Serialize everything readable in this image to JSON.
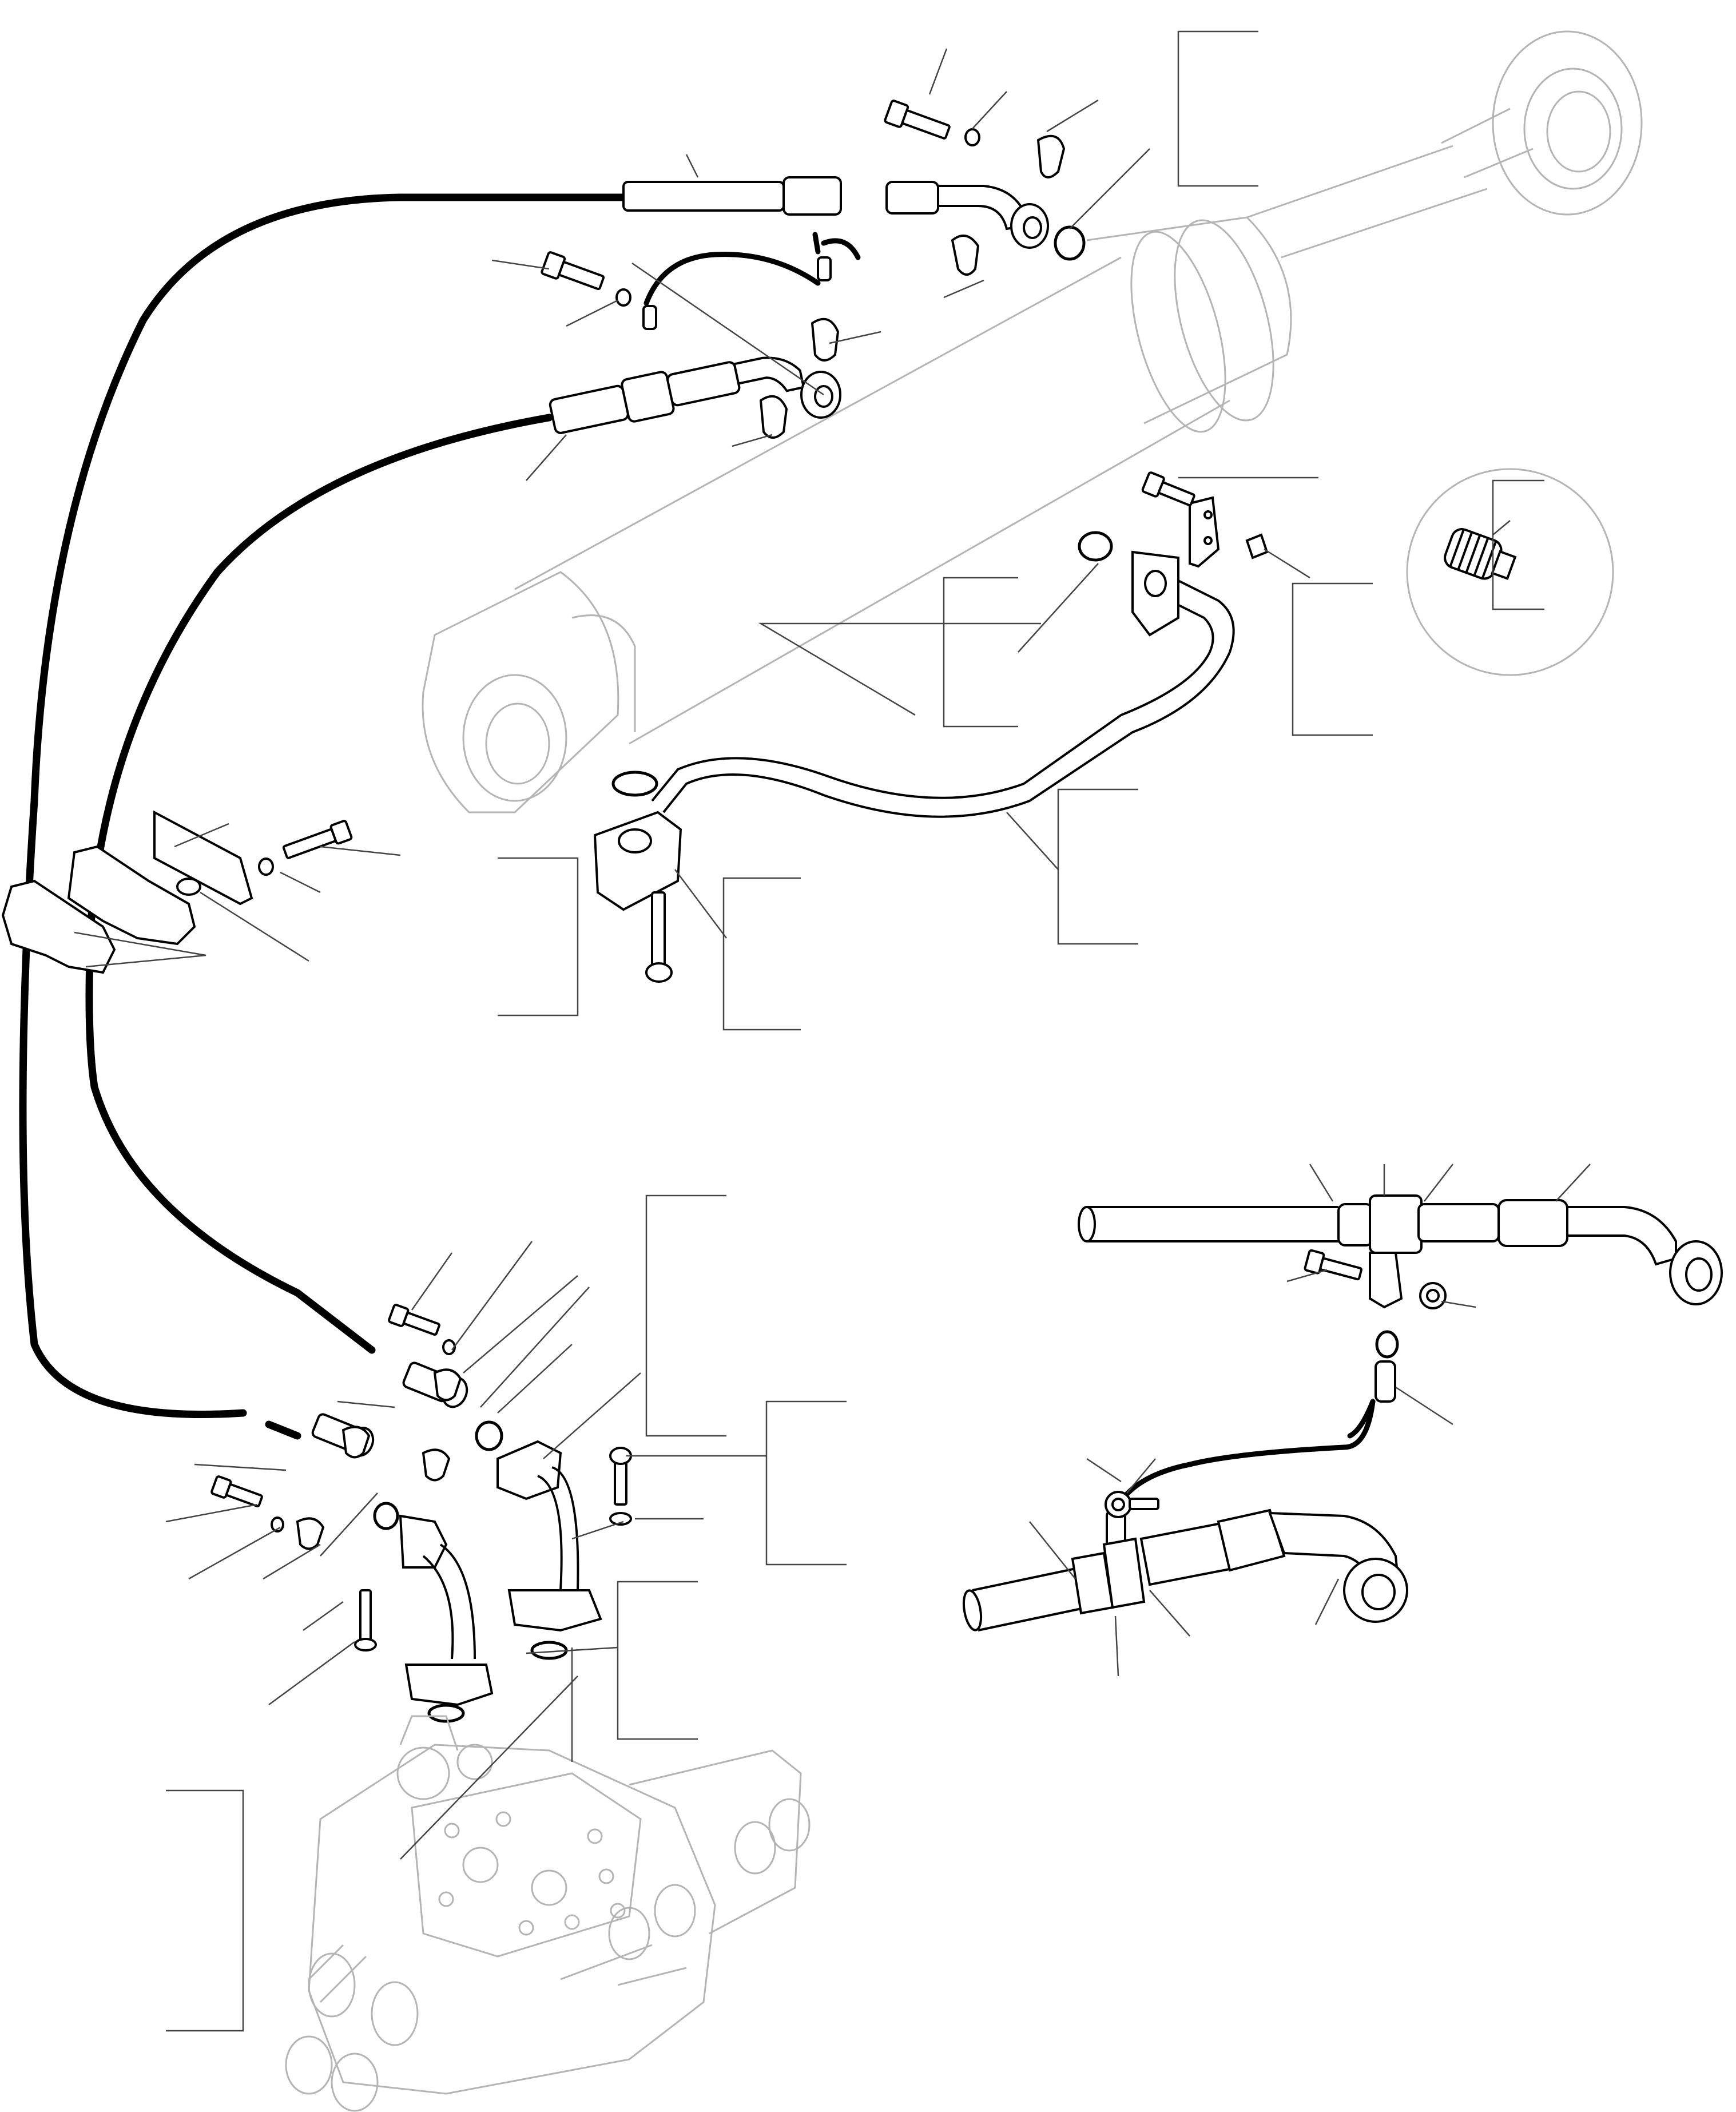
{
  "figure": {
    "kind": "exploded parts diagram",
    "printed_text": [],
    "colors": {
      "line": "#000000",
      "ghost": "#b4b4b4",
      "leader": "#444444",
      "background": "#ffffff"
    }
  },
  "parts": [
    {
      "id": "hydraulic-cylinder",
      "style": "ghost"
    },
    {
      "id": "control-valve-block",
      "style": "ghost"
    },
    {
      "id": "hose-outer",
      "style": "hose"
    },
    {
      "id": "hose-inner",
      "style": "hose"
    },
    {
      "id": "tube-cylinder",
      "style": "part"
    },
    {
      "id": "tube-valve-left",
      "style": "part"
    },
    {
      "id": "tube-valve-right",
      "style": "part"
    },
    {
      "id": "hose-clamp-bracket",
      "style": "part"
    },
    {
      "id": "clamp-plate",
      "style": "part"
    },
    {
      "id": "detail-inset-circle",
      "style": "ghost"
    },
    {
      "id": "detail-view-hose-assembly",
      "style": "part"
    }
  ]
}
